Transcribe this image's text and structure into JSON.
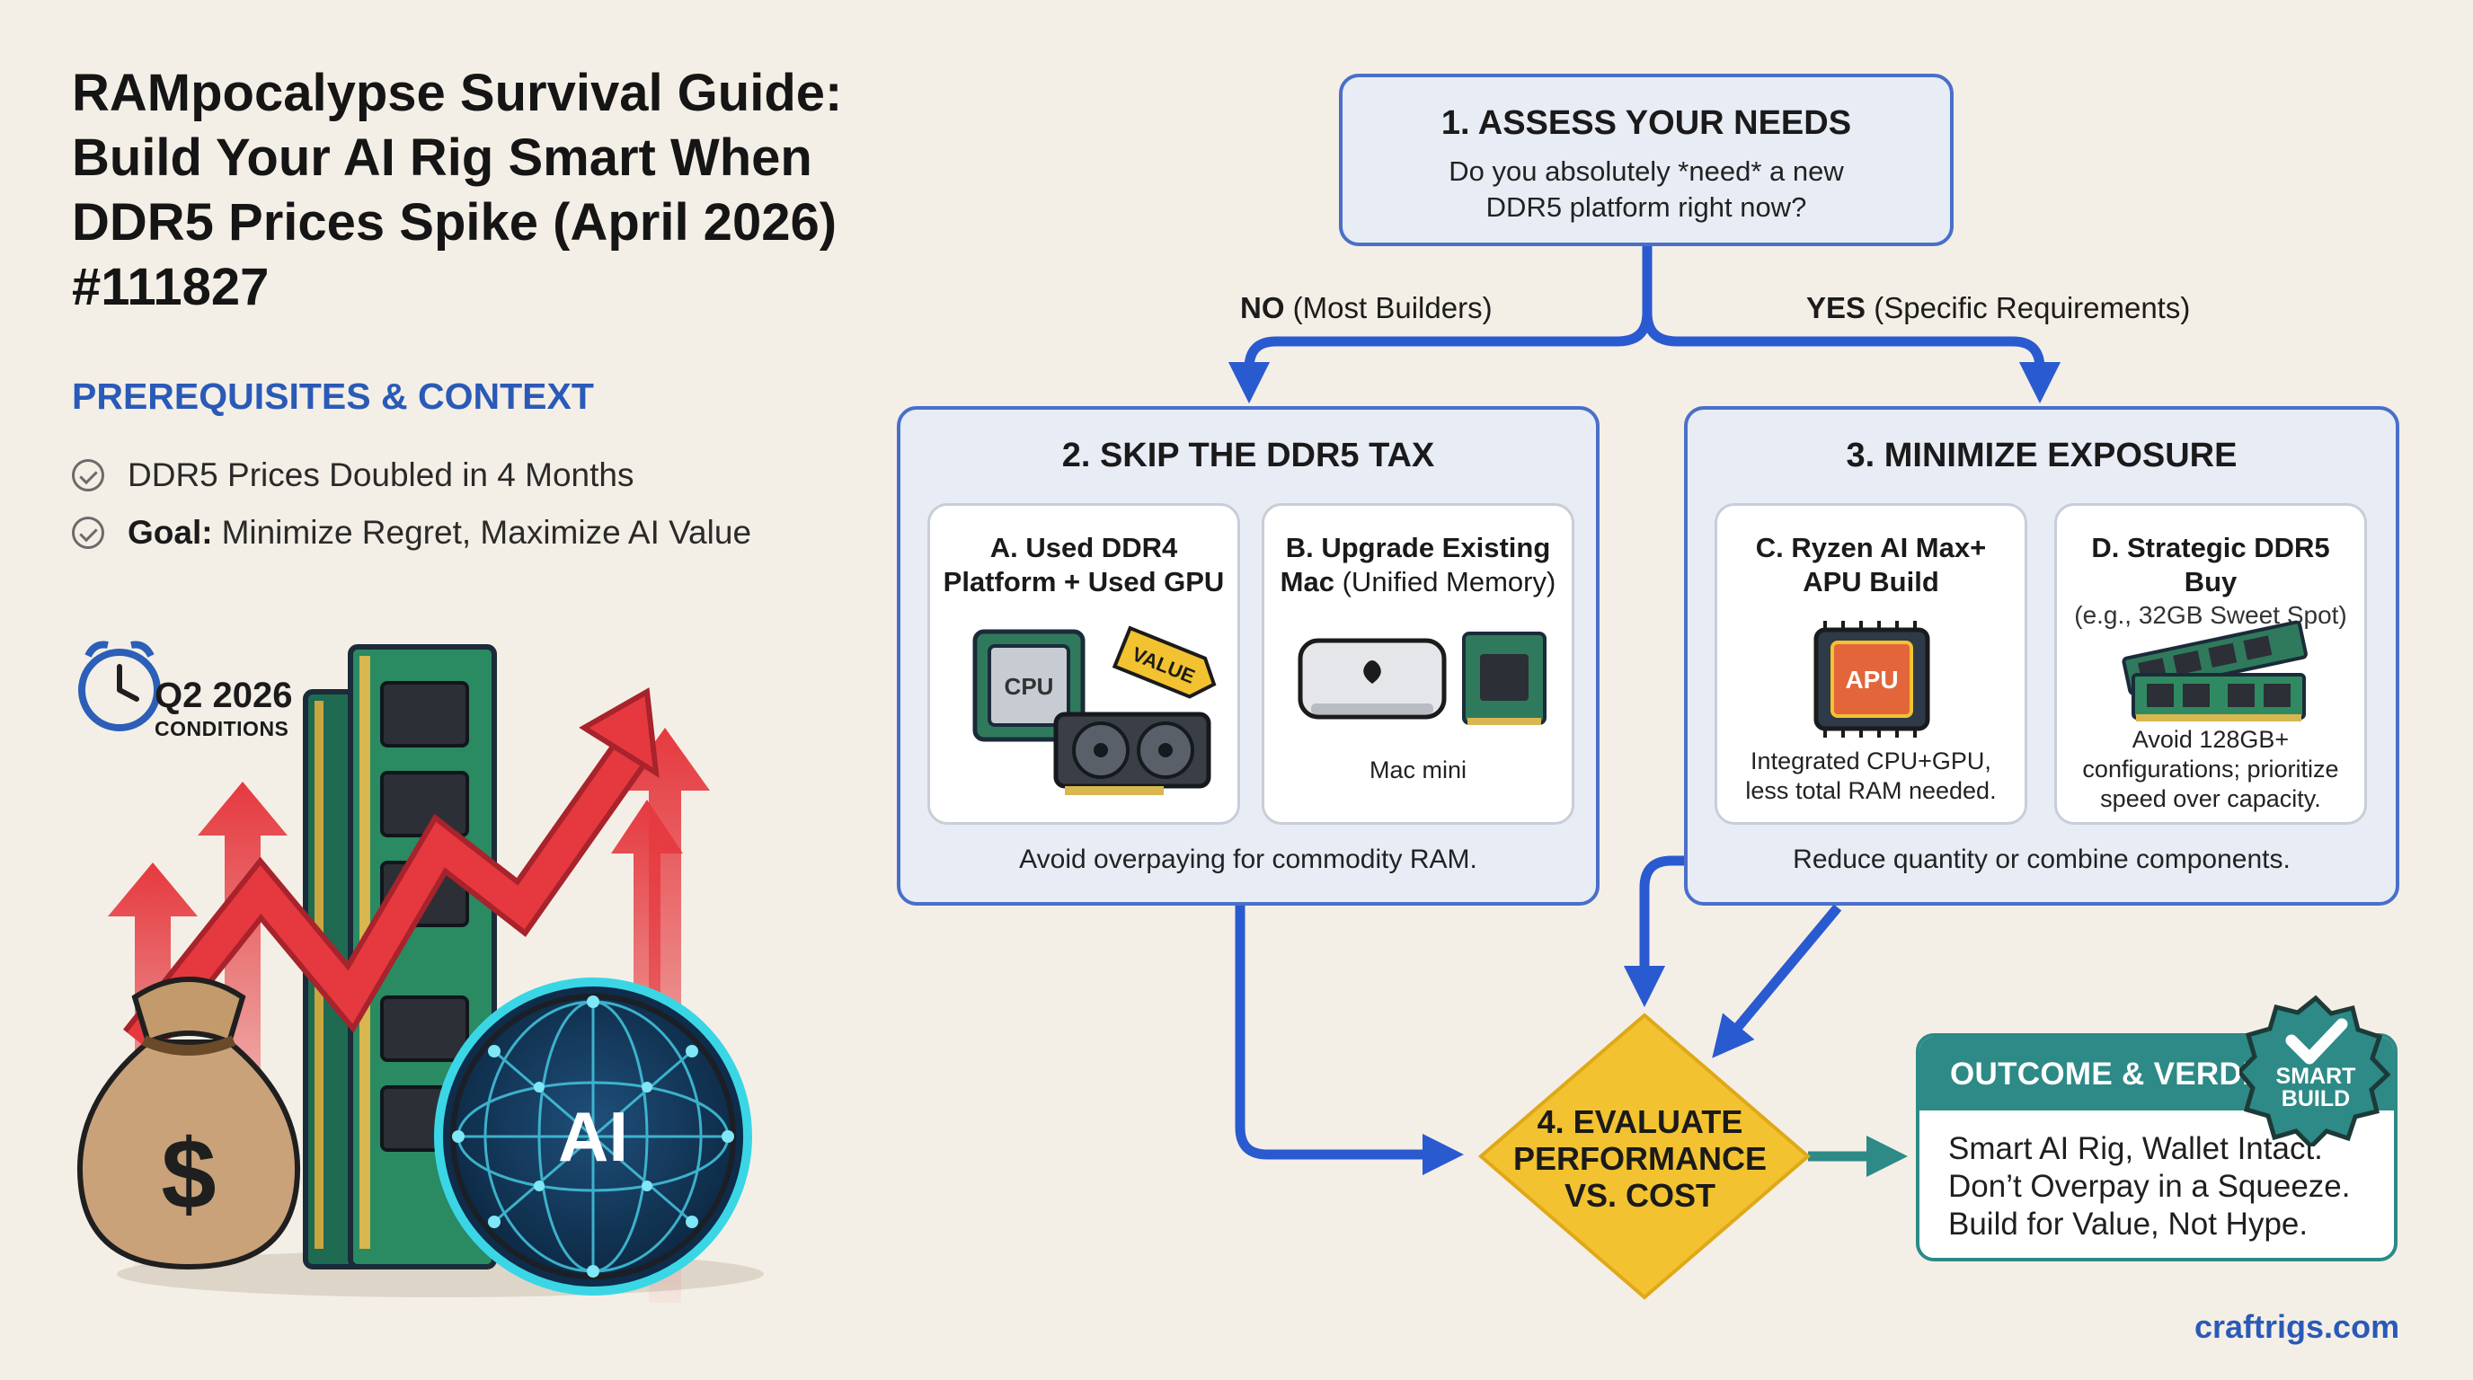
{
  "title": "RAMpocalypse Survival Guide: Build Your AI Rig Smart When DDR5 Prices Spike (April 2026) #111827",
  "prerequisites": {
    "heading": "PREREQUISITES & CONTEXT",
    "items": [
      {
        "bold": "",
        "text": "DDR5 Prices Doubled in 4 Months"
      },
      {
        "bold": "Goal:",
        "text": "Minimize Regret, Maximize AI Value"
      }
    ]
  },
  "illustration": {
    "clock_title": "Q2 2026",
    "clock_subtitle": "CONDITIONS",
    "money_symbol": "$",
    "globe_label": "AI"
  },
  "step1": {
    "heading": "1. ASSESS YOUR NEEDS",
    "question": "Do you absolutely *need* a new DDR5 platform right now?"
  },
  "branches": {
    "no": {
      "bold": "NO",
      "text": "(Most Builders)"
    },
    "yes": {
      "bold": "YES",
      "text": "(Specific Requirements)"
    }
  },
  "step2": {
    "heading": "2. SKIP THE DDR5 TAX",
    "footer": "Avoid overpaying for commodity RAM.",
    "cardA": {
      "title": "A. Used DDR4 Platform + Used GPU",
      "cpu_label": "CPU",
      "tag_label": "VALUE"
    },
    "cardB": {
      "title_bold": "B. Upgrade Existing Mac",
      "title_light": "(Unified Memory)",
      "caption": "Mac mini"
    }
  },
  "step3": {
    "heading": "3. MINIMIZE EXPOSURE",
    "footer": "Reduce quantity or combine components.",
    "cardC": {
      "title": "C. Ryzen AI Max+ APU Build",
      "chip_label": "APU",
      "body": "Integrated CPU+GPU, less total RAM needed."
    },
    "cardD": {
      "title": "D. Strategic DDR5 Buy",
      "subtitle": "(e.g., 32GB Sweet Spot)",
      "body": "Avoid 128GB+ configurations; prioritize speed over capacity."
    }
  },
  "step4": {
    "heading": "4. EVALUATE PERFORMANCE VS. COST"
  },
  "outcome": {
    "heading": "OUTCOME & VERDICT",
    "lines": [
      "Smart AI Rig, Wallet Intact.",
      "Don’t Overpay in a Squeeze.",
      "Build for Value, Not Hype."
    ],
    "badge_line1": "SMART",
    "badge_line2": "BUILD"
  },
  "footer": "craftrigs.com",
  "colors": {
    "background": "#f4efe6",
    "flow_blue": "#2a5ad0",
    "panel_border": "#4a6fc9",
    "diamond": "#f2c230",
    "teal": "#2d8a86",
    "heading_blue": "#2a5ab8",
    "arrow_red": "#e5393f"
  }
}
